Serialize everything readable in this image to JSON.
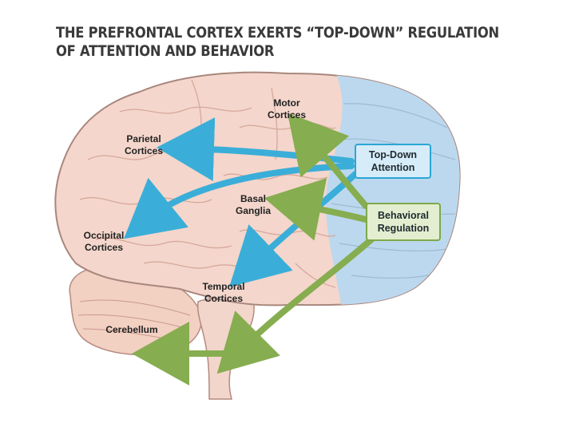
{
  "title": {
    "line1": "THE PREFRONTAL CORTEX EXERTS “TOP-DOWN” REGULATION",
    "line2": "OF ATTENTION AND BEHAVIOR"
  },
  "regions": {
    "motor": [
      "Motor",
      "Cortices"
    ],
    "parietal": [
      "Parietal",
      "Cortices"
    ],
    "basal": [
      "Basal",
      "Ganglia"
    ],
    "occipital": [
      "Occipital",
      "Cortices"
    ],
    "temporal": [
      "Temporal",
      "Cortices"
    ],
    "cerebellum": [
      "Cerebellum"
    ]
  },
  "sources": {
    "top_down": [
      "Top-Down",
      "Attention"
    ],
    "behavioral": [
      "Behavioral",
      "Regulation"
    ]
  },
  "colors": {
    "brain": "#f4d6cc",
    "prefrontal": "#bcd8ee",
    "cerebellum": "#f2d0c2",
    "attention_arrow": "#3aaed8",
    "behavior_arrow": "#86ad4f"
  }
}
